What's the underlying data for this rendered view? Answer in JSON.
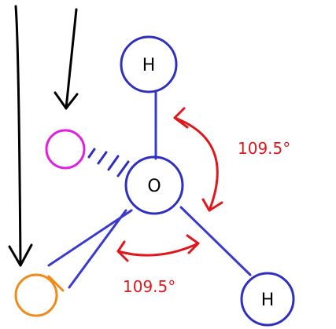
{
  "colors": {
    "bond": "#3a3acc",
    "atom_outline": "#2f2fc0",
    "lone_pair_magenta": "#e020e0",
    "lone_pair_orange": "#f08a1a",
    "angle": "#e0181e",
    "arrow": "#000000"
  },
  "atoms": {
    "top": "H",
    "center": "O",
    "bottom_right": "H"
  },
  "angles": {
    "upper": "109.5°",
    "lower": "109.5°"
  }
}
